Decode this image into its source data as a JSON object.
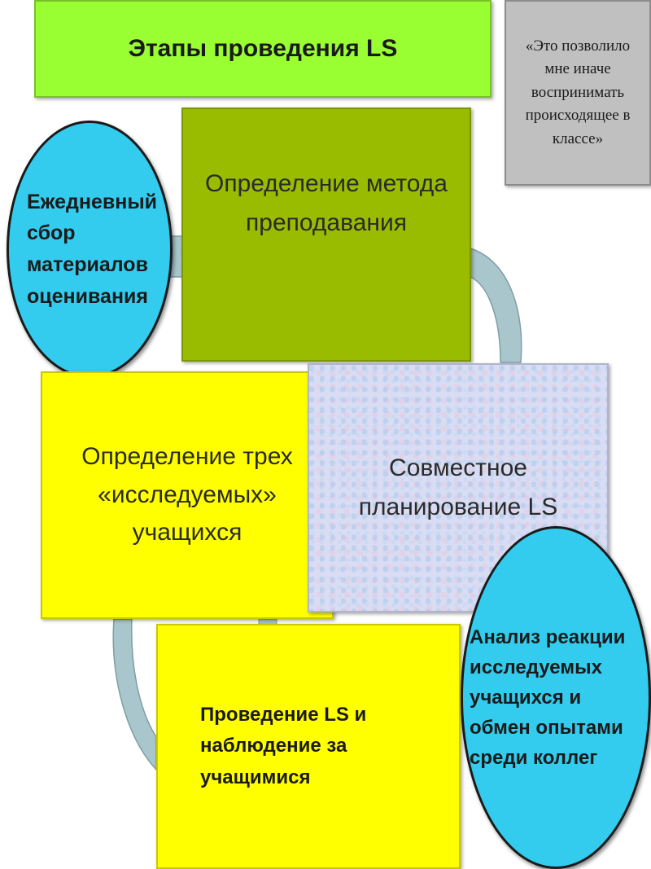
{
  "diagram": {
    "title": "Этапы проведения LS",
    "quote": "«Это позволило мне иначе воспринимать происходящее в классе»",
    "stages": {
      "method": "Определение метода преподавания",
      "daily": "Ежедневный сбор материалов оценивания",
      "three": "Определение трех «исследуемых» учащихся",
      "planning": "Совместное планирование LS",
      "conduct": "Проведение LS и наблюдение за учащимися",
      "analysis": "Анализ реакции исследуемых учащихся и обмен опытами среди коллег"
    },
    "colors": {
      "title_fill": "#99ff33",
      "quote_fill": "#c0c0c0",
      "method_fill": "#99bb00",
      "circle_fill": "#33ccee",
      "yellow_fill": "#ffff00",
      "planning_fill": "#d9dcf2",
      "arrow_fill": "#a9c6cc"
    }
  }
}
